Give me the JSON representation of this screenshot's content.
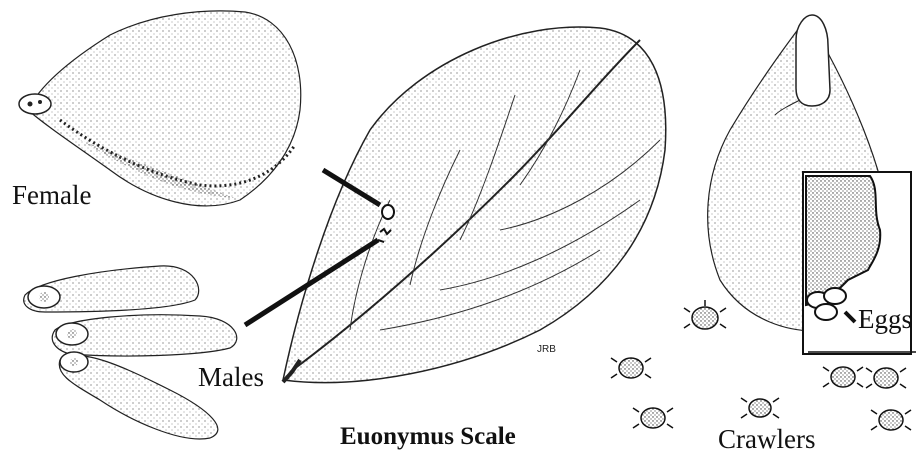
{
  "labels": {
    "female": "Female",
    "males": "Males",
    "eggs": "Eggs",
    "crawlers": "Crawlers",
    "title": "Euonymus Scale",
    "signature": "JRB"
  },
  "colors": {
    "ink": "#111111",
    "stipple": "#555555",
    "background": "#ffffff"
  }
}
